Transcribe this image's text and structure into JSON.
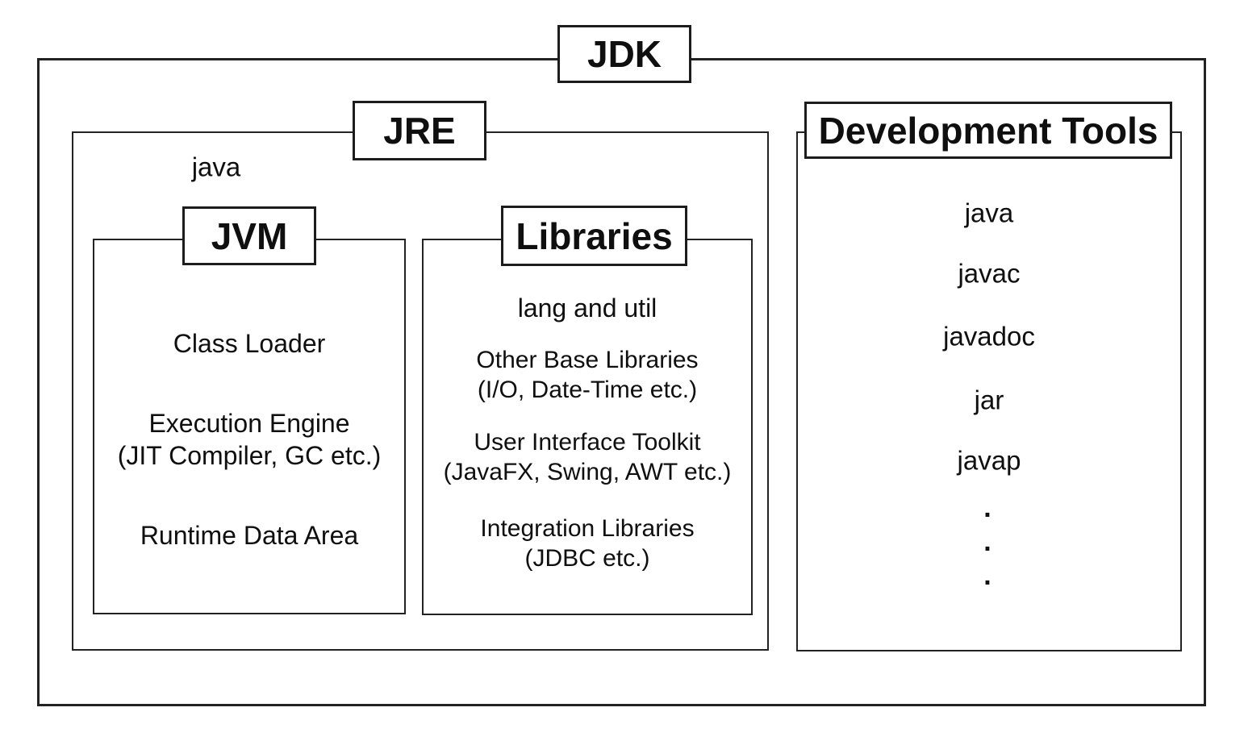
{
  "jdk": {
    "label": "JDK"
  },
  "jre": {
    "label": "JRE",
    "annotation": "java"
  },
  "jvm": {
    "label": "JVM",
    "items": [
      {
        "line1": "Class Loader"
      },
      {
        "line1": "Execution Engine",
        "line2": "(JIT Compiler, GC etc.)"
      },
      {
        "line1": "Runtime Data Area"
      }
    ]
  },
  "libraries": {
    "label": "Libraries",
    "items": [
      {
        "line1": "lang and util"
      },
      {
        "line1": "Other Base Libraries",
        "line2": "(I/O, Date-Time etc.)"
      },
      {
        "line1": "User Interface Toolkit",
        "line2": "(JavaFX, Swing, AWT etc.)"
      },
      {
        "line1": "Integration Libraries",
        "line2": "(JDBC etc.)"
      }
    ]
  },
  "development_tools": {
    "label": "Development Tools",
    "tools": [
      "java",
      "javac",
      "javadoc",
      "jar",
      "javap"
    ],
    "ellipsis_dots": [
      ".",
      ".",
      "."
    ]
  },
  "colors": {
    "border": "#222222",
    "text": "#0f0f0f",
    "background": "#ffffff"
  }
}
